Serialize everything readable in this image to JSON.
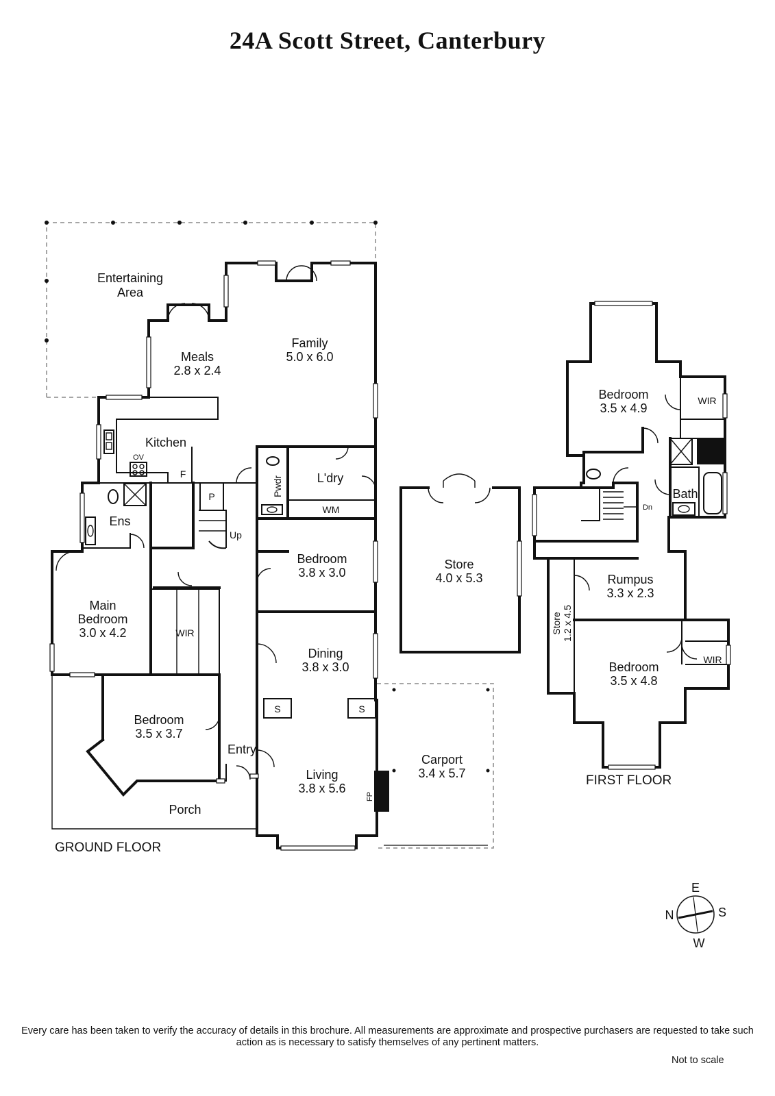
{
  "title": "24A Scott Street, Canterbury",
  "ground_floor": {
    "label": "GROUND FLOOR",
    "rooms": {
      "entertaining": [
        "Entertaining",
        "Area"
      ],
      "meals": [
        "Meals",
        "2.8 x 2.4"
      ],
      "family": [
        "Family",
        "5.0 x 6.0"
      ],
      "kitchen": "Kitchen",
      "ensuite": "Ens",
      "laundry": "L'dry",
      "powder": "Pwdr",
      "main_bedroom": [
        "Main",
        "Bedroom",
        "3.0 x 4.2"
      ],
      "wir": "WIR",
      "bedroom_a": [
        "Bedroom",
        "3.8 x 3.0"
      ],
      "bedroom_b": [
        "Bedroom",
        "3.5 x 3.7"
      ],
      "dining": [
        "Dining",
        "3.8 x 3.0"
      ],
      "living": [
        "Living",
        "3.8 x 5.6"
      ],
      "entry": "Entry",
      "porch": "Porch",
      "store": [
        "Store",
        "4.0 x 5.3"
      ],
      "carport": [
        "Carport",
        "3.4 x 5.7"
      ]
    },
    "fixtures": {
      "oven": "OV",
      "fridge": "F",
      "pantry": "P",
      "washing_machine": "WM",
      "stairs_up": "Up",
      "shelf": "S",
      "fireplace": "FP"
    }
  },
  "first_floor": {
    "label": "FIRST FLOOR",
    "rooms": {
      "bedroom_top": [
        "Bedroom",
        "3.5 x 4.9"
      ],
      "wir_top": "WIR",
      "bath": "Bath",
      "rumpus": [
        "Rumpus",
        "3.3 x 2.3"
      ],
      "store": [
        "Store",
        "1.2 x 4.5"
      ],
      "bedroom_bottom": [
        "Bedroom",
        "3.5 x 4.8"
      ],
      "wir_bottom": "WIR"
    },
    "fixtures": {
      "stairs_down": "Dn"
    }
  },
  "compass": {
    "north": "N",
    "east": "E",
    "south": "S",
    "west": "W"
  },
  "disclaimer": "Every care has been taken to verify the accuracy of details in this brochure.  All measurements are approximate and prospective purchasers are requested to take such action as is necessary to satisfy themselves of any pertinent matters.",
  "scale_note": "Not to scale"
}
